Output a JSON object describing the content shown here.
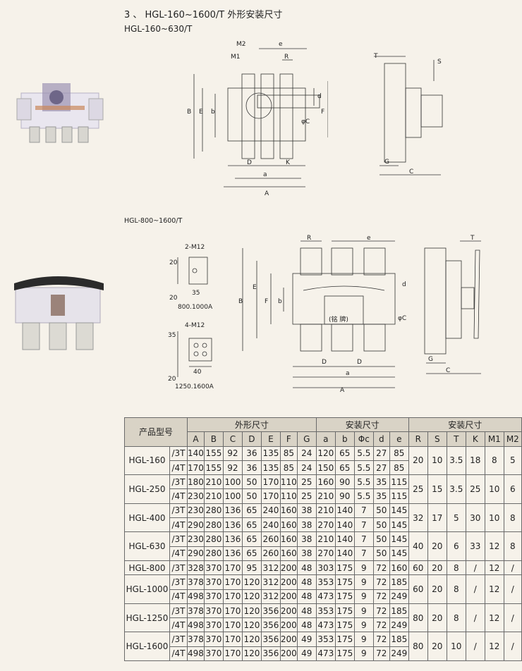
{
  "header": {
    "title": "3 、 HGL-160~1600/T 外形安装尺寸",
    "subtitle": "HGL-160~630/T",
    "subtitle2": "HGL-800~1600/T"
  },
  "drawing1": {
    "labels": {
      "M2": "M2",
      "M1": "M1",
      "e": "e",
      "R": "R",
      "B": "B",
      "E": "E",
      "b": "b",
      "d": "d",
      "F": "F",
      "phiC": "φC",
      "D": "D",
      "K": "K",
      "a": "a",
      "A": "A",
      "T": "T",
      "S": "S",
      "G": "G",
      "C": "C"
    }
  },
  "drawing2": {
    "labels": {
      "M12a": "2-M12",
      "n20a": "20",
      "n35a": "35",
      "n20b": "20",
      "amp1": "800.1000A",
      "n35b": "35",
      "M12b": "4-M12",
      "n40": "40",
      "n20c": "20",
      "amp2": "1250.1600A",
      "R": "R",
      "e": "e",
      "B": "B",
      "E": "E",
      "F": "F",
      "b": "b",
      "d": "d",
      "phiC": "φC",
      "nameplate": "(铭 牌)",
      "D1": "D",
      "D2": "D",
      "a": "a",
      "A": "A",
      "T": "T",
      "G": "G",
      "C": "C"
    }
  },
  "table": {
    "model_header": "产品型号",
    "group1": "外形尺寸",
    "group2": "安装尺寸",
    "group3": "安装尺寸",
    "cols": [
      "A",
      "B",
      "C",
      "D",
      "E",
      "F",
      "G",
      "a",
      "b",
      "Φc",
      "d",
      "e",
      "R",
      "S",
      "T",
      "K",
      "M1",
      "M2"
    ],
    "rows": [
      {
        "model": "HGL-160",
        "variants": [
          {
            "v": "/3T",
            "vals": [
              "140",
              "155",
              "92",
              "36",
              "135",
              "85",
              "24",
              "120",
              "65",
              "5.5",
              "27",
              "85"
            ]
          },
          {
            "v": "/4T",
            "vals": [
              "170",
              "155",
              "92",
              "36",
              "135",
              "85",
              "24",
              "150",
              "65",
              "5.5",
              "27",
              "85"
            ]
          }
        ],
        "inst": [
          "20",
          "10",
          "3.5",
          "18",
          "8",
          "5"
        ]
      },
      {
        "model": "HGL-250",
        "variants": [
          {
            "v": "/3T",
            "vals": [
              "180",
              "210",
              "100",
              "50",
              "170",
              "110",
              "25",
              "160",
              "90",
              "5.5",
              "35",
              "115"
            ]
          },
          {
            "v": "/4T",
            "vals": [
              "230",
              "210",
              "100",
              "50",
              "170",
              "110",
              "25",
              "210",
              "90",
              "5.5",
              "35",
              "115"
            ]
          }
        ],
        "inst": [
          "25",
          "15",
          "3.5",
          "25",
          "10",
          "6"
        ]
      },
      {
        "model": "HGL-400",
        "variants": [
          {
            "v": "/3T",
            "vals": [
              "230",
              "280",
              "136",
              "65",
              "240",
              "160",
              "38",
              "210",
              "140",
              "7",
              "50",
              "145"
            ]
          },
          {
            "v": "/4T",
            "vals": [
              "290",
              "280",
              "136",
              "65",
              "240",
              "160",
              "38",
              "270",
              "140",
              "7",
              "50",
              "145"
            ]
          }
        ],
        "inst": [
          "32",
          "17",
          "5",
          "30",
          "10",
          "8"
        ]
      },
      {
        "model": "HGL-630",
        "variants": [
          {
            "v": "/3T",
            "vals": [
              "230",
              "280",
              "136",
              "65",
              "260",
              "160",
              "38",
              "210",
              "140",
              "7",
              "50",
              "145"
            ]
          },
          {
            "v": "/4T",
            "vals": [
              "290",
              "280",
              "136",
              "65",
              "260",
              "160",
              "38",
              "270",
              "140",
              "7",
              "50",
              "145"
            ]
          }
        ],
        "inst": [
          "40",
          "20",
          "6",
          "33",
          "12",
          "8"
        ]
      },
      {
        "model": "HGL-800",
        "variants": [
          {
            "v": "/3T",
            "vals": [
              "328",
              "370",
              "170",
              "95",
              "312",
              "200",
              "48",
              "303",
              "175",
              "9",
              "72",
              "160"
            ]
          }
        ],
        "inst": [
          "60",
          "20",
          "8",
          "/",
          "12",
          "/"
        ]
      },
      {
        "model": "HGL-1000",
        "variants": [
          {
            "v": "/3T",
            "vals": [
              "378",
              "370",
              "170",
              "120",
              "312",
              "200",
              "48",
              "353",
              "175",
              "9",
              "72",
              "185"
            ]
          },
          {
            "v": "/4T",
            "vals": [
              "498",
              "370",
              "170",
              "120",
              "312",
              "200",
              "48",
              "473",
              "175",
              "9",
              "72",
              "249"
            ]
          }
        ],
        "inst": [
          "60",
          "20",
          "8",
          "/",
          "12",
          "/"
        ]
      },
      {
        "model": "HGL-1250",
        "variants": [
          {
            "v": "/3T",
            "vals": [
              "378",
              "370",
              "170",
              "120",
              "356",
              "200",
              "48",
              "353",
              "175",
              "9",
              "72",
              "185"
            ]
          },
          {
            "v": "/4T",
            "vals": [
              "498",
              "370",
              "170",
              "120",
              "356",
              "200",
              "48",
              "473",
              "175",
              "9",
              "72",
              "249"
            ]
          }
        ],
        "inst": [
          "80",
          "20",
          "8",
          "/",
          "12",
          "/"
        ]
      },
      {
        "model": "HGL-1600",
        "variants": [
          {
            "v": "/3T",
            "vals": [
              "378",
              "370",
              "170",
              "120",
              "356",
              "200",
              "49",
              "353",
              "175",
              "9",
              "72",
              "185"
            ]
          },
          {
            "v": "/4T",
            "vals": [
              "498",
              "370",
              "170",
              "120",
              "356",
              "200",
              "49",
              "473",
              "175",
              "9",
              "72",
              "249"
            ]
          }
        ],
        "inst": [
          "80",
          "20",
          "10",
          "/",
          "12",
          "/"
        ]
      }
    ]
  }
}
